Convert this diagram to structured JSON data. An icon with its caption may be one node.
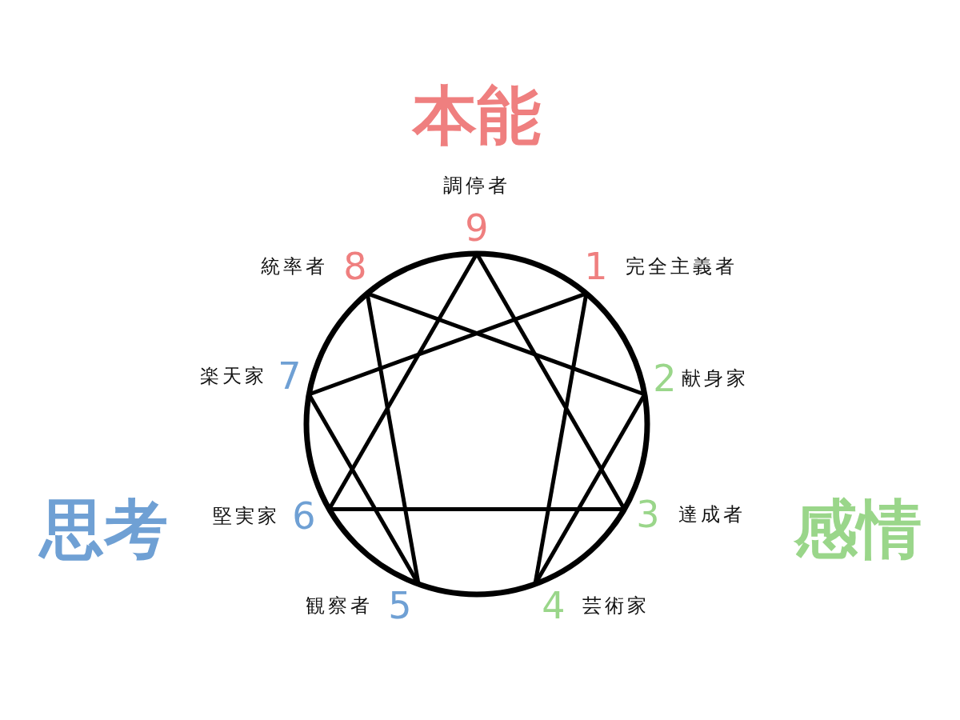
{
  "diagram": {
    "nodes": [
      {
        "text": [
          "9"
        ],
        "beside": [
          "調停者"
        ]
      },
      {
        "text": [
          "1"
        ],
        "beside": [
          "完全主義者"
        ]
      },
      {
        "text": [
          "2"
        ],
        "beside": [
          "献身家"
        ]
      },
      {
        "text": [
          "3"
        ],
        "beside": [
          "達成者"
        ]
      },
      {
        "text": [
          "4"
        ],
        "beside": [
          "芸術家"
        ]
      },
      {
        "text": [
          "5"
        ],
        "beside": [
          "観察者"
        ]
      },
      {
        "text": [
          "6"
        ],
        "beside": [
          "堅実家"
        ]
      },
      {
        "text": [
          "7"
        ],
        "beside": [
          "楽天家"
        ]
      },
      {
        "text": [
          "8"
        ],
        "beside": [
          "統率者"
        ]
      }
    ],
    "edges": [
      {
        "from": 0,
        "to": 3,
        "arrow": "none"
      },
      {
        "from": 3,
        "to": 6,
        "arrow": "none"
      },
      {
        "from": 6,
        "to": 0,
        "arrow": "none"
      },
      {
        "from": 1,
        "to": 4,
        "arrow": "none"
      },
      {
        "from": 4,
        "to": 2,
        "arrow": "none"
      },
      {
        "from": 2,
        "to": 8,
        "arrow": "none"
      },
      {
        "from": 8,
        "to": 5,
        "arrow": "none"
      },
      {
        "from": 5,
        "to": 7,
        "arrow": "none"
      },
      {
        "from": 7,
        "to": 1,
        "arrow": "none"
      }
    ],
    "labels": [
      "本能",
      "思考",
      "感情"
    ]
  }
}
